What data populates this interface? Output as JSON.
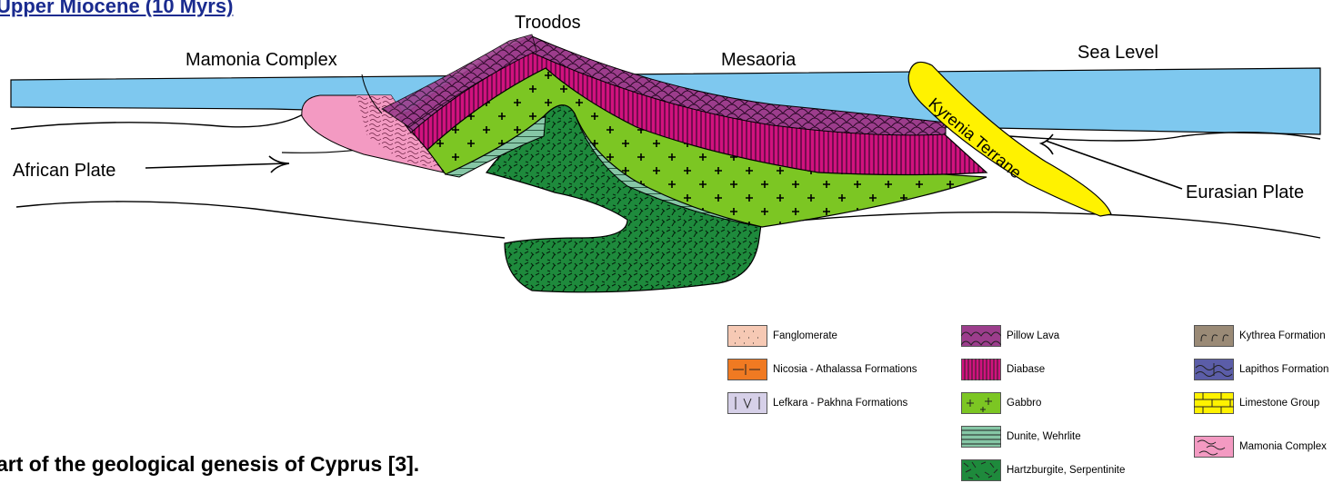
{
  "heading": "Upper Miocene (10 Myrs)",
  "caption": "art of the geological genesis of Cyprus [3].",
  "labels": {
    "troodos": "Troodos",
    "mamonia": "Mamonia Complex",
    "mesaoria": "Mesaoria",
    "sea_level": "Sea Level",
    "african_plate": "African Plate",
    "eurasian_plate": "Eurasian Plate",
    "kyrenia": "Kyrenia Terrane"
  },
  "colors": {
    "sea": "#7ec8ef",
    "pillow_lava": "#9c3d8c",
    "diabase": "#d1127e",
    "gabbro": "#7cc623",
    "dunite": "#86c7a6",
    "hartzburgite": "#1e8a3c",
    "mamonia": "#f39ac2",
    "kyrenia": "#fff200"
  },
  "legend": [
    {
      "label": "Fanglomerate",
      "color": "#f6c9b4",
      "pattern": "dots"
    },
    {
      "label": "Nicosia - Athalassa Formations",
      "color": "#f07a22",
      "pattern": "dash"
    },
    {
      "label": "Lefkara - Pakhna Formations",
      "color": "#d6d0e8",
      "pattern": "iv"
    },
    {
      "label": "Pillow Lava",
      "color": "#9c3d8c",
      "pattern": "scales"
    },
    {
      "label": "Diabase",
      "color": "#d1127e",
      "pattern": "vlines"
    },
    {
      "label": "Gabbro",
      "color": "#7cc623",
      "pattern": "plus"
    },
    {
      "label": "Dunite, Wehrlite",
      "color": "#86c7a6",
      "pattern": "hlines"
    },
    {
      "label": "Hartzburgite, Serpentinite",
      "color": "#1e8a3c",
      "pattern": "hatch"
    },
    {
      "label": "Kythrea Formation",
      "color": "#9a8a76",
      "pattern": "curls"
    },
    {
      "label": "Lapithos Formation",
      "color": "#5b5da8",
      "pattern": "waves"
    },
    {
      "label": "Limestone Group",
      "color": "#fff200",
      "pattern": "brick"
    },
    {
      "label": "Mamonia Complex",
      "color": "#f39ac2",
      "pattern": "squiggle"
    }
  ]
}
